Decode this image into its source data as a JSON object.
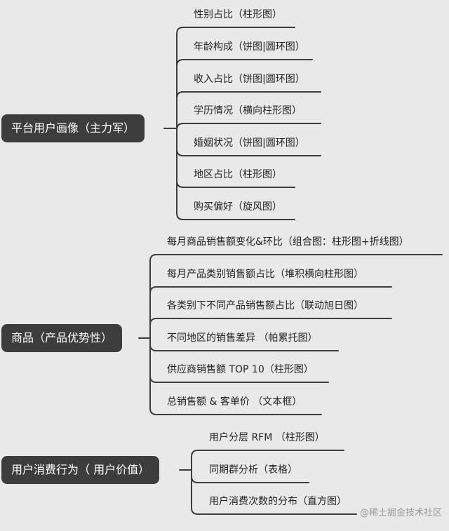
{
  "mindmap": {
    "groups": [
      {
        "title": "平台用户画像（主力军）",
        "children": [
          "性别占比（柱形图）",
          "年龄构成（饼图|圆环图）",
          "收入占比（饼图|圆环图）",
          "学历情况（横向柱形图）",
          "婚姻状况（饼图|圆环图）",
          "地区占比（柱形图）",
          "购买偏好（旋风图）"
        ]
      },
      {
        "title": "商品（产品优势性）",
        "children": [
          "每月商品销售额变化&环比（组合图：柱形图+折线图）",
          "每月产品类别销售额占比（堆积横向柱形图）",
          "各类别下不同产品销售额占比（联动旭日图）",
          "不同地区的销售差异 （帕累托图）",
          "供应商销售额 TOP 10（柱形图）",
          "总销售额 & 客单价 （文本框）"
        ]
      },
      {
        "title": "用户消费行为（ 用户价值）",
        "children": [
          "用户分层  RFM （柱形图）",
          "同期群分析（表格）",
          "用户消费次数的分布（直方图）"
        ]
      }
    ],
    "colors": {
      "root_bg": "#3d3d3d",
      "line": "#3d3d3d",
      "background": "#e9e9e9"
    },
    "watermark": "@稀土掘金技术社区"
  }
}
